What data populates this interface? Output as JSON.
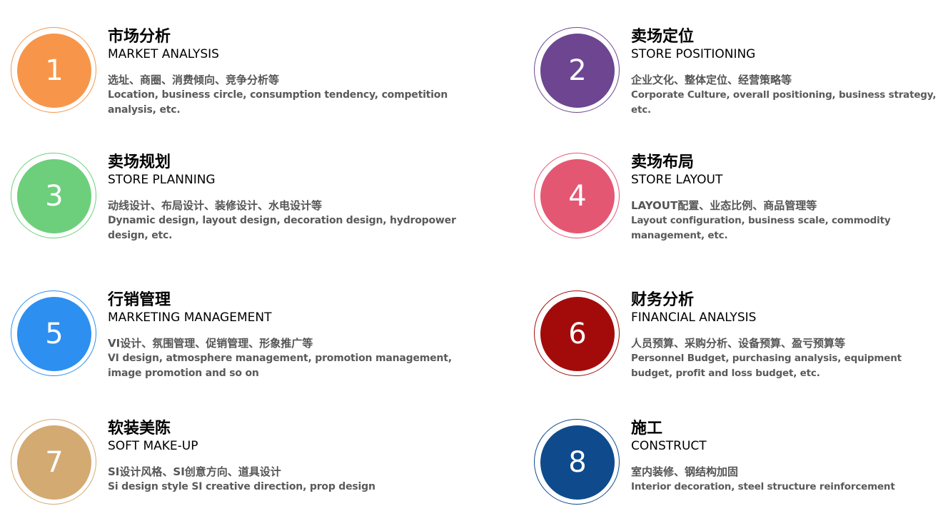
{
  "items": [
    {
      "number": "1",
      "color": "#f7964a",
      "cn_title": "市场分析",
      "en_title": "MARKET ANALYSIS",
      "cn_desc": "选址、商圈、消费倾向、竞争分析等",
      "en_desc": "Location, business circle, consumption tendency, competition analysis, etc."
    },
    {
      "number": "2",
      "color": "#6d4591",
      "cn_title": "卖场定位",
      "en_title": "STORE POSITIONING",
      "cn_desc": "企业文化、整体定位、经营策略等",
      "en_desc": "Corporate Culture, overall positioning, business strategy, etc."
    },
    {
      "number": "3",
      "color": "#6dcf7c",
      "cn_title": "卖场规划",
      "en_title": "STORE PLANNING",
      "cn_desc": "动线设计、布局设计、装修设计、水电设计等",
      "en_desc": "Dynamic design, layout design, decoration design, hydropower design, etc."
    },
    {
      "number": "4",
      "color": "#e45772",
      "cn_title": "卖场布局",
      "en_title": "STORE LAYOUT",
      "cn_desc": "LAYOUT配置、业态比例、商品管理等",
      "en_desc": "Layout configuration, business scale, commodity management, etc."
    },
    {
      "number": "5",
      "color": "#2d8ff0",
      "cn_title": "行销管理",
      "en_title": "MARKETING MANAGEMENT",
      "cn_desc": "VI设计、氛围管理、促销管理、形象推广等",
      "en_desc": "VI design, atmosphere management, promotion management, image promotion and so on"
    },
    {
      "number": "6",
      "color": "#a30b0b",
      "cn_title": "财务分析",
      "en_title": "FINANCIAL ANALYSIS",
      "cn_desc": "人员预算、采购分析、设备预算、盈亏预算等",
      "en_desc": "Personnel Budget, purchasing analysis, equipment budget, profit and loss budget, etc."
    },
    {
      "number": "7",
      "color": "#d3aa72",
      "cn_title": "软装美陈",
      "en_title": "SOFT MAKE-UP",
      "cn_desc": "SI设计风格、SI创意方向、道具设计",
      "en_desc": "Si design style SI creative direction, prop design"
    },
    {
      "number": "8",
      "color": "#0f4a8c",
      "cn_title": "施工",
      "en_title": "CONSTRUCT",
      "cn_desc": "室内装修、钢结构加固",
      "en_desc": "Interior decoration, steel structure reinforcement"
    }
  ]
}
